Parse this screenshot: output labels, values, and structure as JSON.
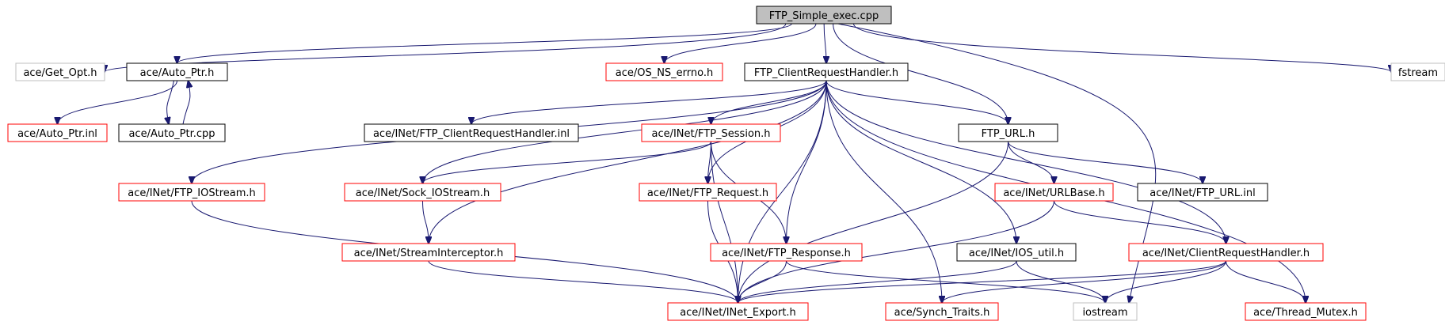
{
  "colors": {
    "edge": "#191970",
    "border_black": "#000000",
    "border_red": "#ff0000",
    "border_gray": "#bfbfbf",
    "root_fill": "#bfbfbf",
    "node_fill": "#ffffff"
  },
  "nodes": [
    {
      "id": "root",
      "label": "FTP_Simple_exec.cpp",
      "style": "root"
    },
    {
      "id": "getopt",
      "label": "ace/Get_Opt.h",
      "style": "gray"
    },
    {
      "id": "autoptr_h",
      "label": "ace/Auto_Ptr.h",
      "style": "black"
    },
    {
      "id": "osns",
      "label": "ace/OS_NS_errno.h",
      "style": "red"
    },
    {
      "id": "ftpcrh",
      "label": "FTP_ClientRequestHandler.h",
      "style": "black"
    },
    {
      "id": "fstream",
      "label": "fstream",
      "style": "gray"
    },
    {
      "id": "autoptr_inl",
      "label": "ace/Auto_Ptr.inl",
      "style": "red"
    },
    {
      "id": "autoptr_cpp",
      "label": "ace/Auto_Ptr.cpp",
      "style": "black"
    },
    {
      "id": "crh_inl",
      "label": "ace/INet/FTP_ClientRequestHandler.inl",
      "style": "black"
    },
    {
      "id": "ftpsession",
      "label": "ace/INet/FTP_Session.h",
      "style": "red"
    },
    {
      "id": "ftpurl",
      "label": "FTP_URL.h",
      "style": "black"
    },
    {
      "id": "ftpiostream",
      "label": "ace/INet/FTP_IOStream.h",
      "style": "red"
    },
    {
      "id": "sockio",
      "label": "ace/INet/Sock_IOStream.h",
      "style": "red"
    },
    {
      "id": "ftpreq",
      "label": "ace/INet/FTP_Request.h",
      "style": "red"
    },
    {
      "id": "urlbase",
      "label": "ace/INet/URLBase.h",
      "style": "red"
    },
    {
      "id": "ftpurlinl",
      "label": "ace/INet/FTP_URL.inl",
      "style": "black"
    },
    {
      "id": "streamint",
      "label": "ace/INet/StreamInterceptor.h",
      "style": "red"
    },
    {
      "id": "ftpresp",
      "label": "ace/INet/FTP_Response.h",
      "style": "red"
    },
    {
      "id": "iosutil",
      "label": "ace/INet/IOS_util.h",
      "style": "black"
    },
    {
      "id": "crh",
      "label": "ace/INet/ClientRequestHandler.h",
      "style": "red"
    },
    {
      "id": "inetexport",
      "label": "ace/INet/INet_Export.h",
      "style": "red"
    },
    {
      "id": "synch",
      "label": "ace/Synch_Traits.h",
      "style": "red"
    },
    {
      "id": "iostream",
      "label": "iostream",
      "style": "gray"
    },
    {
      "id": "threadmutex",
      "label": "ace/Thread_Mutex.h",
      "style": "red"
    }
  ],
  "edges": [
    [
      "root",
      "getopt"
    ],
    [
      "root",
      "autoptr_h"
    ],
    [
      "root",
      "osns"
    ],
    [
      "root",
      "ftpcrh"
    ],
    [
      "root",
      "ftpurl"
    ],
    [
      "root",
      "fstream"
    ],
    [
      "root",
      "iostream"
    ],
    [
      "autoptr_h",
      "autoptr_inl"
    ],
    [
      "autoptr_h",
      "autoptr_cpp"
    ],
    [
      "autoptr_cpp",
      "autoptr_h"
    ],
    [
      "ftpcrh",
      "crh_inl"
    ],
    [
      "ftpcrh",
      "ftpsession"
    ],
    [
      "ftpcrh",
      "ftpurl"
    ],
    [
      "ftpcrh",
      "ftpiostream"
    ],
    [
      "ftpcrh",
      "sockio"
    ],
    [
      "ftpcrh",
      "ftpreq"
    ],
    [
      "ftpcrh",
      "streamint"
    ],
    [
      "ftpcrh",
      "ftpresp"
    ],
    [
      "ftpcrh",
      "iosutil"
    ],
    [
      "ftpcrh",
      "crh"
    ],
    [
      "ftpcrh",
      "inetexport"
    ],
    [
      "ftpcrh",
      "synch"
    ],
    [
      "ftpcrh",
      "threadmutex"
    ],
    [
      "ftpsession",
      "sockio"
    ],
    [
      "ftpsession",
      "ftpreq"
    ],
    [
      "ftpsession",
      "ftpresp"
    ],
    [
      "ftpsession",
      "inetexport"
    ],
    [
      "ftpurl",
      "urlbase"
    ],
    [
      "ftpurl",
      "ftpurlinl"
    ],
    [
      "ftpurl",
      "inetexport"
    ],
    [
      "ftpiostream",
      "inetexport"
    ],
    [
      "sockio",
      "streamint"
    ],
    [
      "ftpreq",
      "inetexport"
    ],
    [
      "urlbase",
      "crh"
    ],
    [
      "urlbase",
      "inetexport"
    ],
    [
      "streamint",
      "inetexport"
    ],
    [
      "ftpresp",
      "inetexport"
    ],
    [
      "ftpresp",
      "iostream"
    ],
    [
      "iosutil",
      "inetexport"
    ],
    [
      "iosutil",
      "iostream"
    ],
    [
      "crh",
      "inetexport"
    ],
    [
      "crh",
      "synch"
    ],
    [
      "crh",
      "iostream"
    ],
    [
      "crh",
      "threadmutex"
    ]
  ]
}
